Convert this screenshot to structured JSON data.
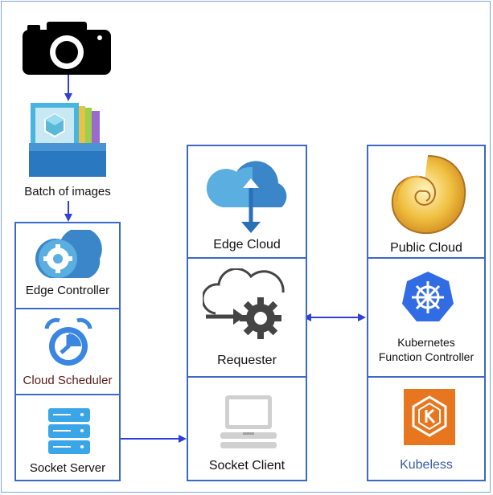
{
  "diagram": {
    "batch_label": "Batch of images",
    "edge_column": {
      "controller_label": "Edge Controller",
      "scheduler_label": "Cloud Scheduler",
      "server_label": "Socket Server"
    },
    "middle_column": {
      "edge_cloud_label": "Edge Cloud",
      "requester_label": "Requester",
      "client_label": "Socket Client"
    },
    "right_column": {
      "public_cloud_label": "Public Cloud",
      "k8s_label_line1": "Kubernetes",
      "k8s_label_line2": "Function Controller",
      "kubeless_label": "Kubeless"
    }
  },
  "colors": {
    "border": "#3c68c8",
    "arrow": "#2f3fd8",
    "cloud": "#3a86c8",
    "scheduler_text": "#5a1a1a",
    "kubeless_text": "#3a5aa0",
    "k8s": "#326ce5",
    "kubeless_orange": "#e8761e"
  },
  "icons": [
    "camera-icon",
    "image-stack-icon",
    "edge-controller-cloud-gear-icon",
    "alarm-clock-icon",
    "server-stack-icon",
    "cloud-upload-icon",
    "cloud-gears-icon",
    "laptop-icon",
    "nautilus-shell-icon",
    "kubernetes-helm-icon",
    "kubeless-logo-icon"
  ]
}
